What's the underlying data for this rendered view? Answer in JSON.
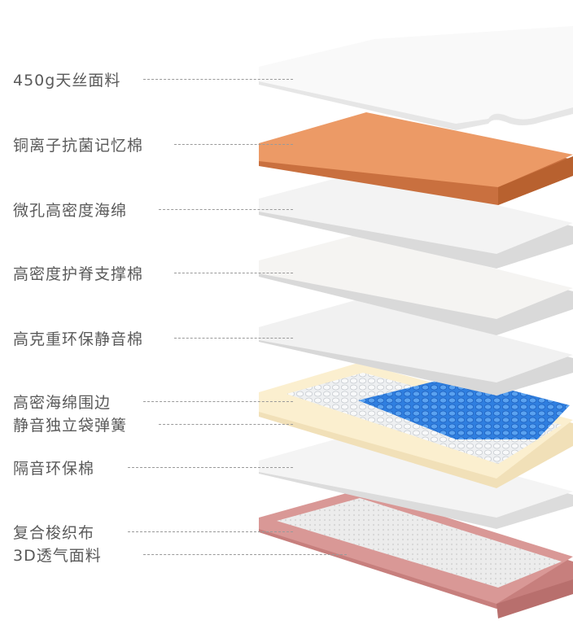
{
  "layers": [
    {
      "id": "tencel-fabric",
      "label": "450g天丝面料"
    },
    {
      "id": "copper-ion-foam",
      "label": "铜离子抗菌记忆棉"
    },
    {
      "id": "microporous-foam",
      "label": "微孔高密度海绵"
    },
    {
      "id": "spine-support-foam",
      "label": "高密度护脊支撑棉"
    },
    {
      "id": "silent-felt",
      "label": "高克重环保静音棉"
    },
    {
      "id": "spring-unit",
      "label": "高密海绵围边",
      "label2": "静音独立袋弹簧"
    },
    {
      "id": "eco-felt",
      "label": "隔音环保棉"
    },
    {
      "id": "base-fabric",
      "label": "复合梭织布",
      "label2": "3D透气面料"
    }
  ],
  "colors": {
    "label_text": "#5a5a5a",
    "leader_line": "#9a9a9a",
    "top_fabric": "#f7f7f7",
    "copper_foam": "#e9915f",
    "white_foam": "#f3f3f3",
    "spring_border": "#fbefcf",
    "spring_blue": "#3f8fe8",
    "base_frame": "#cf8a88"
  }
}
